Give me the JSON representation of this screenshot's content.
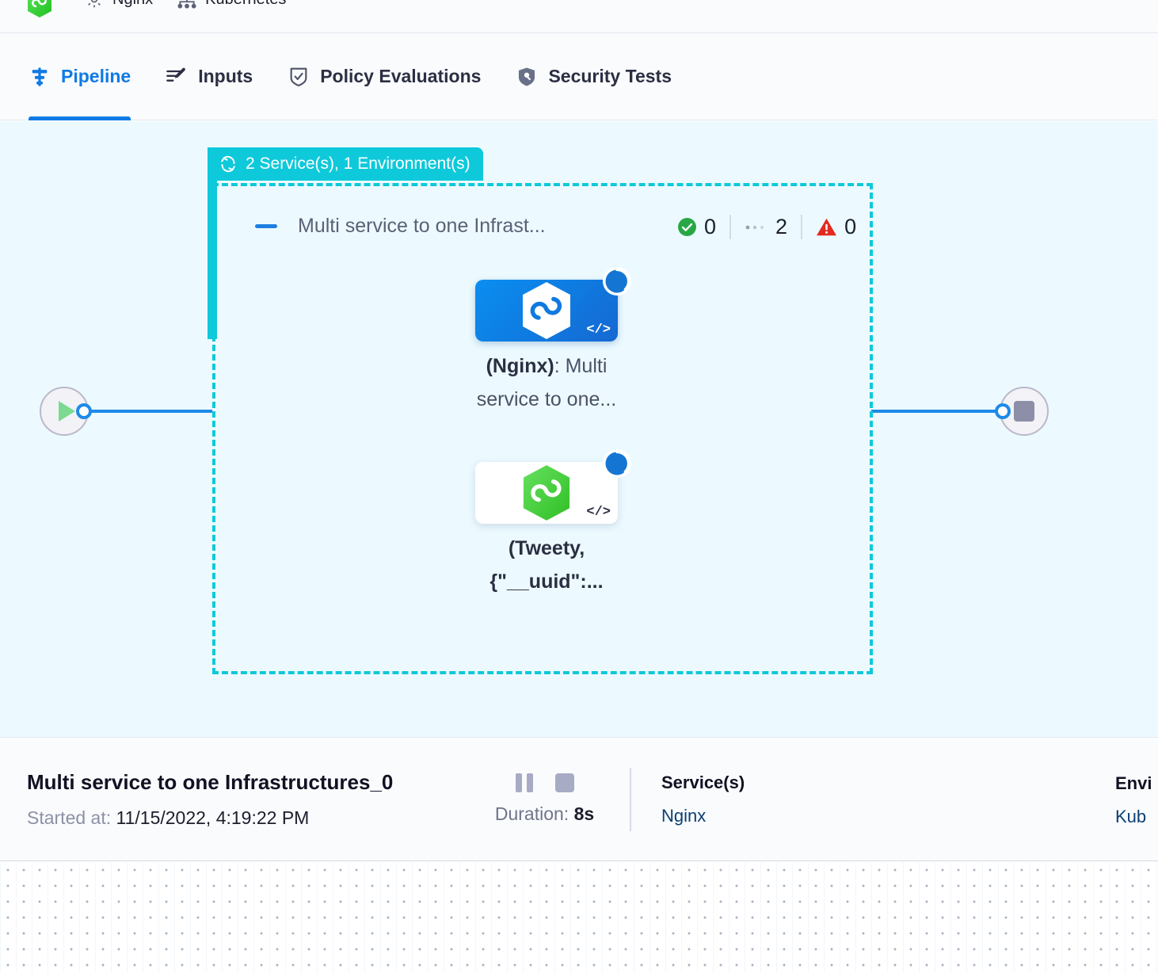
{
  "breadcrumb": {
    "items": [
      {
        "icon": "hexagon-infinity-logo-icon",
        "label": ""
      },
      {
        "icon": "gear-icon",
        "label": "Nginx"
      },
      {
        "icon": "infrastructure-cluster-icon",
        "label": "Kubernetes"
      }
    ]
  },
  "tabs": [
    {
      "label": "Pipeline",
      "icon": "pipeline-icon",
      "active": true
    },
    {
      "label": "Inputs",
      "icon": "inputs-pencil-icon",
      "active": false
    },
    {
      "label": "Policy Evaluations",
      "icon": "shield-check-icon",
      "active": false
    },
    {
      "label": "Security Tests",
      "icon": "shield-lock-icon",
      "active": false
    }
  ],
  "canvas": {
    "start_node": {
      "icon": "play-icon",
      "name": "pipeline-start-node"
    },
    "end_node": {
      "icon": "stop-square-icon",
      "name": "pipeline-end-node"
    },
    "group": {
      "tag_label": "2 Service(s), 1 Environment(s)",
      "tag_icon": "loop-repeat-icon",
      "title": "Multi service to one Infrast...",
      "collapse_icon": "collapse-minus-icon",
      "stats": [
        {
          "icon": "check-circle-icon",
          "value": "0",
          "color": "#28a745"
        },
        {
          "icon": "pending-dots-icon",
          "value": "2",
          "color": "#9aa0b4"
        },
        {
          "icon": "warning-triangle-icon",
          "value": "0",
          "color": "#e42a20"
        }
      ]
    },
    "nodes": [
      {
        "card_style": "blue",
        "icon": "hexagon-infinity-icon",
        "code_glyph": "</>",
        "status_icon": "spinner-running-icon",
        "label_strong": "(Nginx)",
        "label_rest": ": Multi",
        "label_line2": "service to one..."
      },
      {
        "card_style": "white",
        "icon": "hexagon-infinity-icon",
        "code_glyph": "</>",
        "status_icon": "spinner-running-icon",
        "label_strong": "(Tweety,",
        "label_rest": "",
        "label_line2": "{\"__uuid\":..."
      }
    ]
  },
  "detail": {
    "title": "Multi service to one Infrastructures_0",
    "started_label": "Started at:",
    "started_value": "11/15/2022, 4:19:22 PM",
    "pause_icon": "pause-icon",
    "stop_icon": "stop-icon",
    "duration_label": "Duration:",
    "duration_value": "8s",
    "services_head": "Service(s)",
    "services_value": "Nginx",
    "env_head": "Envi",
    "env_value": "Kub"
  },
  "colors": {
    "accent_blue": "#0f7ae5",
    "group_teal": "#0ec9da",
    "canvas_bg": "#ecfaff",
    "success_green": "#28a745",
    "error_red": "#e42a20"
  }
}
